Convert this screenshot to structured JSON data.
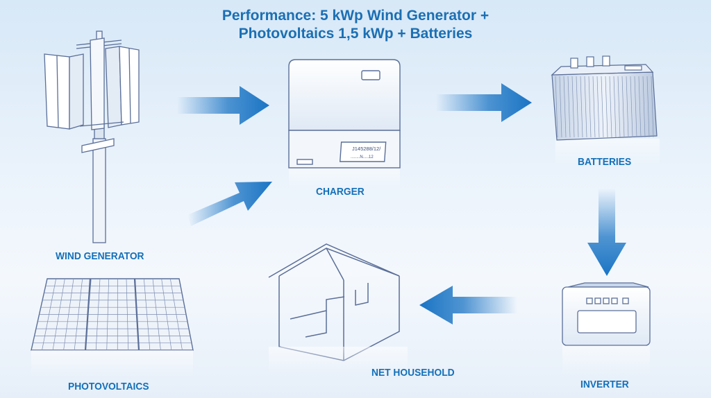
{
  "title": {
    "line1": "Performance: 5 kWp Wind Generator +",
    "line2": "Photovoltaics 1,5 kWp + Batteries"
  },
  "components": {
    "wind_generator": "WIND GENERATOR",
    "photovoltaics": "PHOTOVOLTAICS",
    "charger": "CHARGER",
    "batteries": "BATTERIES",
    "inverter": "INVERTER",
    "net_household": "NET HOUSEHOLD"
  },
  "device_text": {
    "charger_plate_1": "J145288/12/",
    "charger_plate_2": "........N.....12"
  },
  "colors": {
    "accent": "#1470b8",
    "arrow": "#1a74c4",
    "line": "#5a6e98"
  }
}
